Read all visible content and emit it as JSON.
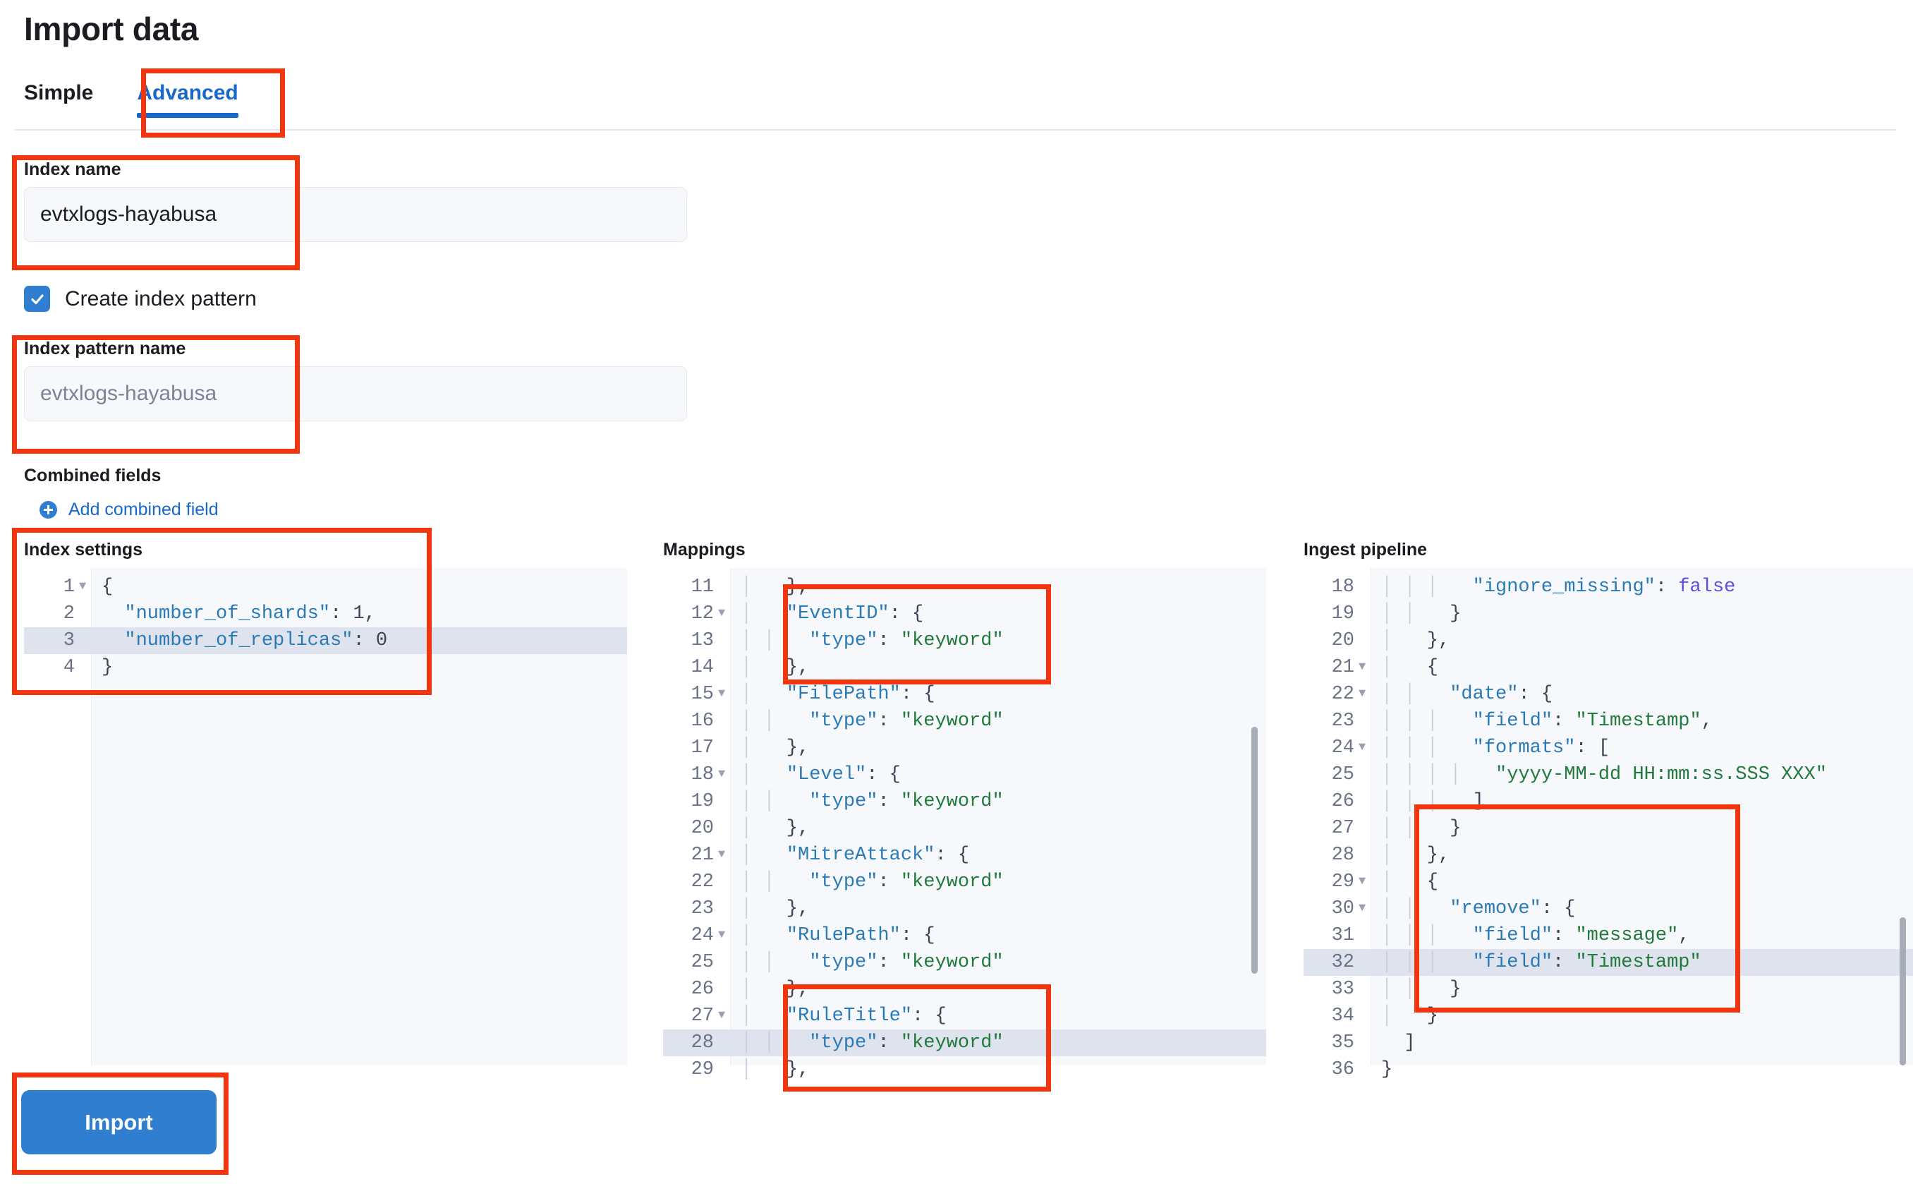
{
  "page": {
    "title": "Import data"
  },
  "tabs": [
    {
      "label": "Simple",
      "active": false
    },
    {
      "label": "Advanced",
      "active": true
    }
  ],
  "form": {
    "index_name": {
      "label": "Index name",
      "value": "evtxlogs-hayabusa",
      "is_placeholder": false
    },
    "create_index_pattern": {
      "label": "Create index pattern",
      "checked": true,
      "check_icon": "check-icon"
    },
    "index_pattern_name": {
      "label": "Index pattern name",
      "value": "evtxlogs-hayabusa",
      "is_placeholder": true
    },
    "combined_fields": {
      "label": "Combined fields",
      "add_link": "Add combined field",
      "add_icon": "plus-circle-icon"
    }
  },
  "editors": {
    "index_settings": {
      "title": "Index settings",
      "lines": [
        {
          "no": "1",
          "fold": true,
          "hl": false,
          "tokens": [
            {
              "t": "{",
              "c": "p"
            }
          ]
        },
        {
          "no": "2",
          "fold": false,
          "hl": false,
          "tokens": [
            {
              "t": "  ",
              "c": "p"
            },
            {
              "t": "\"number_of_shards\"",
              "c": "k"
            },
            {
              "t": ": ",
              "c": "p"
            },
            {
              "t": "1",
              "c": "n"
            },
            {
              "t": ",",
              "c": "p"
            }
          ]
        },
        {
          "no": "3",
          "fold": false,
          "hl": true,
          "tokens": [
            {
              "t": "  ",
              "c": "p"
            },
            {
              "t": "\"number_of_replicas\"",
              "c": "k"
            },
            {
              "t": ": ",
              "c": "p"
            },
            {
              "t": "0",
              "c": "n"
            }
          ]
        },
        {
          "no": "4",
          "fold": false,
          "hl": false,
          "tokens": [
            {
              "t": "}",
              "c": "p"
            }
          ]
        }
      ]
    },
    "mappings": {
      "title": "Mappings",
      "lines": [
        {
          "no": "11",
          "fold": false,
          "hl": false,
          "tokens": [
            {
              "t": "│ ",
              "c": "ind"
            },
            {
              "t": "  },",
              "c": "p"
            }
          ]
        },
        {
          "no": "12",
          "fold": true,
          "hl": false,
          "tokens": [
            {
              "t": "│ ",
              "c": "ind"
            },
            {
              "t": "  ",
              "c": "p"
            },
            {
              "t": "\"EventID\"",
              "c": "k"
            },
            {
              "t": ": {",
              "c": "p"
            }
          ]
        },
        {
          "no": "13",
          "fold": false,
          "hl": false,
          "tokens": [
            {
              "t": "│ │ ",
              "c": "ind"
            },
            {
              "t": "  ",
              "c": "p"
            },
            {
              "t": "\"type\"",
              "c": "k"
            },
            {
              "t": ": ",
              "c": "p"
            },
            {
              "t": "\"keyword\"",
              "c": "s"
            }
          ]
        },
        {
          "no": "14",
          "fold": false,
          "hl": false,
          "tokens": [
            {
              "t": "│ ",
              "c": "ind"
            },
            {
              "t": "  },",
              "c": "p"
            }
          ]
        },
        {
          "no": "15",
          "fold": true,
          "hl": false,
          "tokens": [
            {
              "t": "│ ",
              "c": "ind"
            },
            {
              "t": "  ",
              "c": "p"
            },
            {
              "t": "\"FilePath\"",
              "c": "k"
            },
            {
              "t": ": {",
              "c": "p"
            }
          ]
        },
        {
          "no": "16",
          "fold": false,
          "hl": false,
          "tokens": [
            {
              "t": "│ │ ",
              "c": "ind"
            },
            {
              "t": "  ",
              "c": "p"
            },
            {
              "t": "\"type\"",
              "c": "k"
            },
            {
              "t": ": ",
              "c": "p"
            },
            {
              "t": "\"keyword\"",
              "c": "s"
            }
          ]
        },
        {
          "no": "17",
          "fold": false,
          "hl": false,
          "tokens": [
            {
              "t": "│ ",
              "c": "ind"
            },
            {
              "t": "  },",
              "c": "p"
            }
          ]
        },
        {
          "no": "18",
          "fold": true,
          "hl": false,
          "tokens": [
            {
              "t": "│ ",
              "c": "ind"
            },
            {
              "t": "  ",
              "c": "p"
            },
            {
              "t": "\"Level\"",
              "c": "k"
            },
            {
              "t": ": {",
              "c": "p"
            }
          ]
        },
        {
          "no": "19",
          "fold": false,
          "hl": false,
          "tokens": [
            {
              "t": "│ │ ",
              "c": "ind"
            },
            {
              "t": "  ",
              "c": "p"
            },
            {
              "t": "\"type\"",
              "c": "k"
            },
            {
              "t": ": ",
              "c": "p"
            },
            {
              "t": "\"keyword\"",
              "c": "s"
            }
          ]
        },
        {
          "no": "20",
          "fold": false,
          "hl": false,
          "tokens": [
            {
              "t": "│ ",
              "c": "ind"
            },
            {
              "t": "  },",
              "c": "p"
            }
          ]
        },
        {
          "no": "21",
          "fold": true,
          "hl": false,
          "tokens": [
            {
              "t": "│ ",
              "c": "ind"
            },
            {
              "t": "  ",
              "c": "p"
            },
            {
              "t": "\"MitreAttack\"",
              "c": "k"
            },
            {
              "t": ": {",
              "c": "p"
            }
          ]
        },
        {
          "no": "22",
          "fold": false,
          "hl": false,
          "tokens": [
            {
              "t": "│ │ ",
              "c": "ind"
            },
            {
              "t": "  ",
              "c": "p"
            },
            {
              "t": "\"type\"",
              "c": "k"
            },
            {
              "t": ": ",
              "c": "p"
            },
            {
              "t": "\"keyword\"",
              "c": "s"
            }
          ]
        },
        {
          "no": "23",
          "fold": false,
          "hl": false,
          "tokens": [
            {
              "t": "│ ",
              "c": "ind"
            },
            {
              "t": "  },",
              "c": "p"
            }
          ]
        },
        {
          "no": "24",
          "fold": true,
          "hl": false,
          "tokens": [
            {
              "t": "│ ",
              "c": "ind"
            },
            {
              "t": "  ",
              "c": "p"
            },
            {
              "t": "\"RulePath\"",
              "c": "k"
            },
            {
              "t": ": {",
              "c": "p"
            }
          ]
        },
        {
          "no": "25",
          "fold": false,
          "hl": false,
          "tokens": [
            {
              "t": "│ │ ",
              "c": "ind"
            },
            {
              "t": "  ",
              "c": "p"
            },
            {
              "t": "\"type\"",
              "c": "k"
            },
            {
              "t": ": ",
              "c": "p"
            },
            {
              "t": "\"keyword\"",
              "c": "s"
            }
          ]
        },
        {
          "no": "26",
          "fold": false,
          "hl": false,
          "tokens": [
            {
              "t": "│ ",
              "c": "ind"
            },
            {
              "t": "  },",
              "c": "p"
            }
          ]
        },
        {
          "no": "27",
          "fold": true,
          "hl": false,
          "tokens": [
            {
              "t": "│ ",
              "c": "ind"
            },
            {
              "t": "  ",
              "c": "p"
            },
            {
              "t": "\"RuleTitle\"",
              "c": "k"
            },
            {
              "t": ": {",
              "c": "p"
            }
          ]
        },
        {
          "no": "28",
          "fold": false,
          "hl": true,
          "tokens": [
            {
              "t": "│ │ ",
              "c": "ind"
            },
            {
              "t": "  ",
              "c": "p"
            },
            {
              "t": "\"type\"",
              "c": "k"
            },
            {
              "t": ": ",
              "c": "p"
            },
            {
              "t": "\"keyword\"",
              "c": "s"
            }
          ]
        },
        {
          "no": "29",
          "fold": false,
          "hl": false,
          "tokens": [
            {
              "t": "│ ",
              "c": "ind"
            },
            {
              "t": "  },",
              "c": "p"
            }
          ]
        }
      ]
    },
    "ingest_pipeline": {
      "title": "Ingest pipeline",
      "lines": [
        {
          "no": "18",
          "fold": false,
          "hl": false,
          "tokens": [
            {
              "t": "│ │ │ ",
              "c": "ind"
            },
            {
              "t": "  ",
              "c": "p"
            },
            {
              "t": "\"ignore_missing\"",
              "c": "k"
            },
            {
              "t": ": ",
              "c": "p"
            },
            {
              "t": "false",
              "c": "b"
            }
          ]
        },
        {
          "no": "19",
          "fold": false,
          "hl": false,
          "tokens": [
            {
              "t": "│ │ ",
              "c": "ind"
            },
            {
              "t": "  }",
              "c": "p"
            }
          ]
        },
        {
          "no": "20",
          "fold": false,
          "hl": false,
          "tokens": [
            {
              "t": "│ ",
              "c": "ind"
            },
            {
              "t": "  },",
              "c": "p"
            }
          ]
        },
        {
          "no": "21",
          "fold": true,
          "hl": false,
          "tokens": [
            {
              "t": "│ ",
              "c": "ind"
            },
            {
              "t": "  {",
              "c": "p"
            }
          ]
        },
        {
          "no": "22",
          "fold": true,
          "hl": false,
          "tokens": [
            {
              "t": "│ │ ",
              "c": "ind"
            },
            {
              "t": "  ",
              "c": "p"
            },
            {
              "t": "\"date\"",
              "c": "k"
            },
            {
              "t": ": {",
              "c": "p"
            }
          ]
        },
        {
          "no": "23",
          "fold": false,
          "hl": false,
          "tokens": [
            {
              "t": "│ │ │ ",
              "c": "ind"
            },
            {
              "t": "  ",
              "c": "p"
            },
            {
              "t": "\"field\"",
              "c": "k"
            },
            {
              "t": ": ",
              "c": "p"
            },
            {
              "t": "\"Timestamp\"",
              "c": "s"
            },
            {
              "t": ",",
              "c": "p"
            }
          ]
        },
        {
          "no": "24",
          "fold": true,
          "hl": false,
          "tokens": [
            {
              "t": "│ │ │ ",
              "c": "ind"
            },
            {
              "t": "  ",
              "c": "p"
            },
            {
              "t": "\"formats\"",
              "c": "k"
            },
            {
              "t": ": [",
              "c": "p"
            }
          ]
        },
        {
          "no": "25",
          "fold": false,
          "hl": false,
          "tokens": [
            {
              "t": "│ │ │ │ ",
              "c": "ind"
            },
            {
              "t": "  ",
              "c": "p"
            },
            {
              "t": "\"yyyy-MM-dd HH:mm:ss.SSS XXX\"",
              "c": "s"
            }
          ]
        },
        {
          "no": "26",
          "fold": false,
          "hl": false,
          "tokens": [
            {
              "t": "│ │ │ ",
              "c": "ind"
            },
            {
              "t": "  ]",
              "c": "p"
            }
          ]
        },
        {
          "no": "27",
          "fold": false,
          "hl": false,
          "tokens": [
            {
              "t": "│ │ ",
              "c": "ind"
            },
            {
              "t": "  }",
              "c": "p"
            }
          ]
        },
        {
          "no": "28",
          "fold": false,
          "hl": false,
          "tokens": [
            {
              "t": "│ ",
              "c": "ind"
            },
            {
              "t": "  },",
              "c": "p"
            }
          ]
        },
        {
          "no": "29",
          "fold": true,
          "hl": false,
          "tokens": [
            {
              "t": "│ ",
              "c": "ind"
            },
            {
              "t": "  {",
              "c": "p"
            }
          ]
        },
        {
          "no": "30",
          "fold": true,
          "hl": false,
          "tokens": [
            {
              "t": "│ │ ",
              "c": "ind"
            },
            {
              "t": "  ",
              "c": "p"
            },
            {
              "t": "\"remove\"",
              "c": "k"
            },
            {
              "t": ": {",
              "c": "p"
            }
          ]
        },
        {
          "no": "31",
          "fold": false,
          "hl": false,
          "tokens": [
            {
              "t": "│ │ │ ",
              "c": "ind"
            },
            {
              "t": "  ",
              "c": "p"
            },
            {
              "t": "\"field\"",
              "c": "k"
            },
            {
              "t": ": ",
              "c": "p"
            },
            {
              "t": "\"message\"",
              "c": "s"
            },
            {
              "t": ",",
              "c": "p"
            }
          ]
        },
        {
          "no": "32",
          "fold": false,
          "hl": true,
          "tokens": [
            {
              "t": "│ │ │ ",
              "c": "ind"
            },
            {
              "t": "  ",
              "c": "p"
            },
            {
              "t": "\"field\"",
              "c": "k"
            },
            {
              "t": ": ",
              "c": "p"
            },
            {
              "t": "\"Timestamp\"",
              "c": "s"
            }
          ]
        },
        {
          "no": "33",
          "fold": false,
          "hl": false,
          "tokens": [
            {
              "t": "│ │ ",
              "c": "ind"
            },
            {
              "t": "  }",
              "c": "p"
            }
          ]
        },
        {
          "no": "34",
          "fold": false,
          "hl": false,
          "tokens": [
            {
              "t": "│ ",
              "c": "ind"
            },
            {
              "t": "  }",
              "c": "p"
            }
          ]
        },
        {
          "no": "35",
          "fold": false,
          "hl": false,
          "tokens": [
            {
              "t": "  ]",
              "c": "p"
            }
          ]
        },
        {
          "no": "36",
          "fold": false,
          "hl": false,
          "tokens": [
            {
              "t": "}",
              "c": "p"
            }
          ]
        }
      ]
    }
  },
  "actions": {
    "import_label": "Import"
  },
  "colors": {
    "accent_blue": "#2f7ed0",
    "link_blue": "#1868c9",
    "annotation_red": "#f0350f",
    "string_green": "#217a3c",
    "key_blue": "#2a7bb5",
    "bool_purple": "#5b4fe0",
    "highlight_row": "#dfe3ee",
    "editor_bg": "#f7f8fc"
  }
}
